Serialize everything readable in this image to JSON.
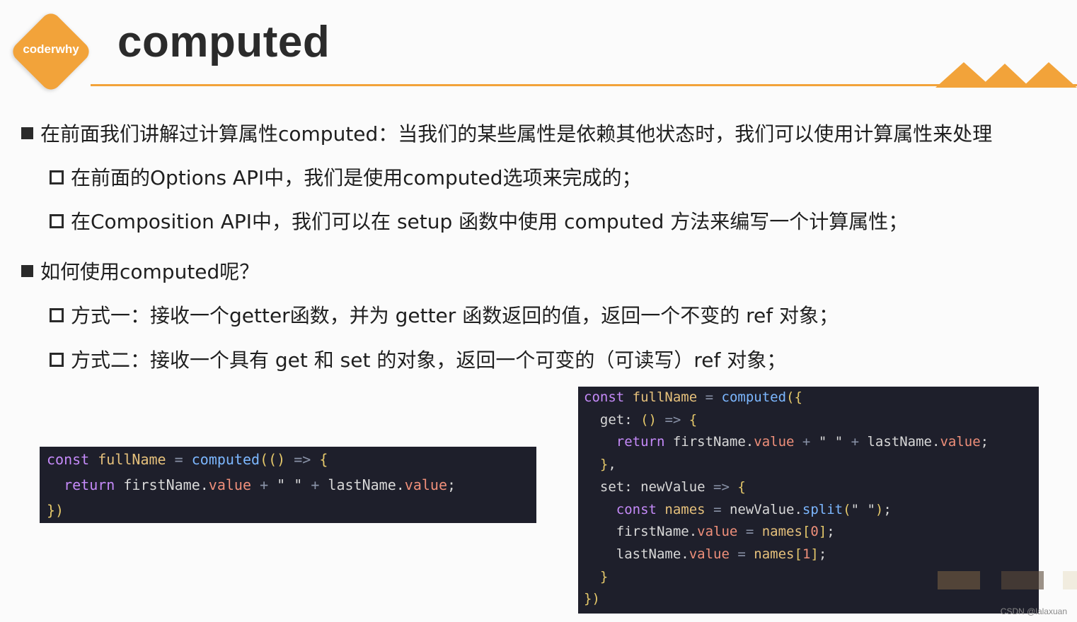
{
  "logo": {
    "text": "coderwhy"
  },
  "title": "computed",
  "bullets": [
    {
      "level": 1,
      "text": "在前面我们讲解过计算属性computed：当我们的某些属性是依赖其他状态时，我们可以使用计算属性来处理"
    },
    {
      "level": 2,
      "text": "在前面的Options API中，我们是使用computed选项来完成的；"
    },
    {
      "level": 2,
      "text": "在Composition API中，我们可以在 setup 函数中使用 computed 方法来编写一个计算属性；"
    },
    {
      "level": 1,
      "text": "如何使用computed呢？"
    },
    {
      "level": 2,
      "text": "方式一：接收一个getter函数，并为 getter 函数返回的值，返回一个不变的 ref 对象；"
    },
    {
      "level": 2,
      "text": "方式二：接收一个具有 get 和 set 的对象，返回一个可变的（可读写）ref 对象；"
    }
  ],
  "code_left": {
    "lines": [
      "const fullName = computed(() => {",
      "  return firstName.value + \" \" + lastName.value;",
      "})"
    ]
  },
  "code_right": {
    "lines": [
      "const fullName = computed({",
      "  get: () => {",
      "    return firstName.value + \" \" + lastName.value;",
      "  },",
      "  set: newValue => {",
      "    const names = newValue.split(\" \");",
      "    firstName.value = names[0];",
      "    lastName.value = names[1];",
      "  }",
      "})"
    ]
  },
  "watermark": "CSDN @lalaxuan",
  "colors": {
    "accent": "#f2a33a",
    "code_bg": "#1e1f2b"
  }
}
